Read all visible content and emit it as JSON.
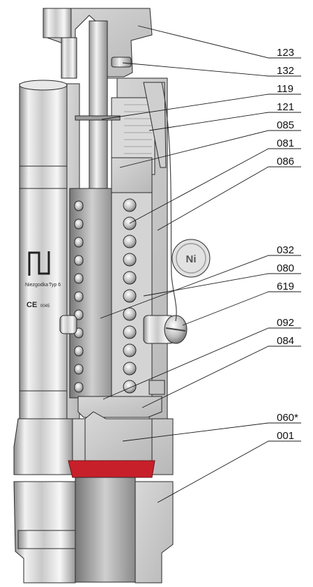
{
  "callouts": [
    {
      "id": "123",
      "label": "123"
    },
    {
      "id": "132",
      "label": "132"
    },
    {
      "id": "119",
      "label": "119"
    },
    {
      "id": "121",
      "label": "121"
    },
    {
      "id": "085",
      "label": "085"
    },
    {
      "id": "081",
      "label": "081"
    },
    {
      "id": "086",
      "label": "086"
    },
    {
      "id": "032",
      "label": "032"
    },
    {
      "id": "080",
      "label": "080"
    },
    {
      "id": "619",
      "label": "619"
    },
    {
      "id": "092",
      "label": "092"
    },
    {
      "id": "084",
      "label": "084"
    },
    {
      "id": "060",
      "label": "060*"
    },
    {
      "id": "001",
      "label": "001"
    }
  ],
  "badge": {
    "label": "Ni"
  },
  "body_marking": {
    "model": "Typ 6",
    "cert": "CE",
    "cert_number": "0045",
    "brand": "Niezgodka"
  },
  "colors": {
    "seal_red": "#c8202a",
    "steel_light": "#e6e6e6",
    "steel_mid": "#b9b9b9",
    "steel_dark": "#7a7a7a"
  }
}
